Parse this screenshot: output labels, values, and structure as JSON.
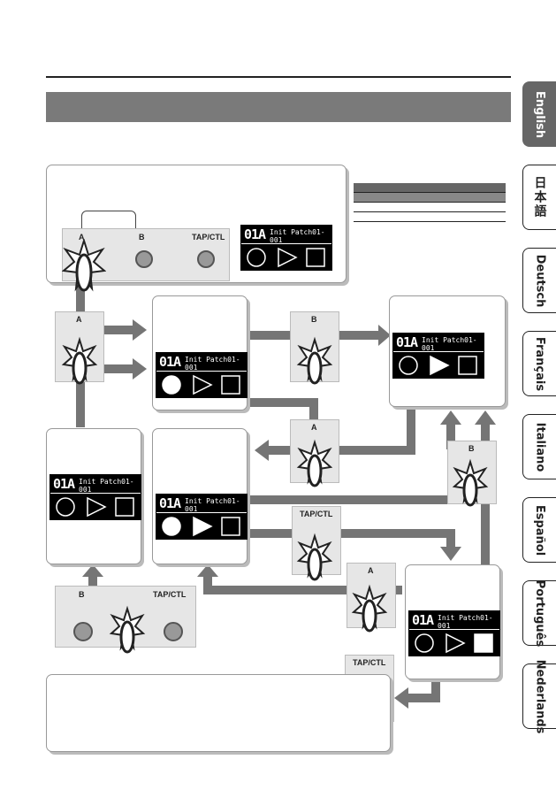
{
  "tabs": [
    {
      "label": "English",
      "active": true
    },
    {
      "label": "日本語",
      "active": false
    },
    {
      "label": "Deutsch",
      "active": false
    },
    {
      "label": "Français",
      "active": false
    },
    {
      "label": "Italiano",
      "active": false
    },
    {
      "label": "Español",
      "active": false
    },
    {
      "label": "Português",
      "active": false
    },
    {
      "label": "Nederlands",
      "active": false
    }
  ],
  "display": {
    "code": "01A",
    "patch_name": "Init Patch01-001"
  },
  "switches": {
    "a": "A",
    "b": "B",
    "tap": "TAP/CTL"
  },
  "colors": {
    "header_bar": "#7a7a7a",
    "arrows": "#757575",
    "active_tab": "#666666"
  }
}
